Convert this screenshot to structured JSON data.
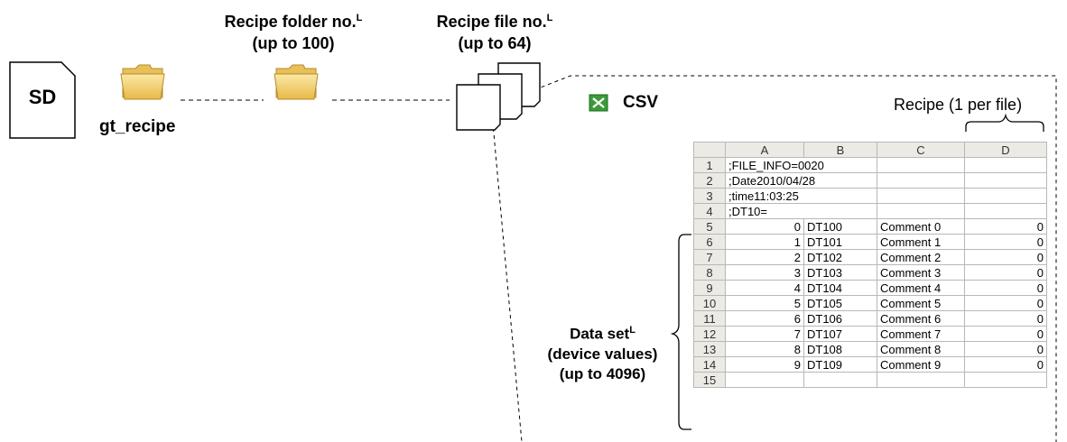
{
  "storage": {
    "label": "SD"
  },
  "root_folder": {
    "label": "gt_recipe"
  },
  "recipe_folder": {
    "label_line1": "Recipe folder no.",
    "sup": "L",
    "label_line2": "(up to 100)"
  },
  "recipe_file": {
    "label_line1": "Recipe file no.",
    "sup": "L",
    "label_line2": "(up to 64)"
  },
  "csv": {
    "label": "CSV",
    "icon": "excel-icon"
  },
  "recipe_note": {
    "label": "Recipe (1 per file)"
  },
  "data_set": {
    "line1": "Data set",
    "sup": "L",
    "line2": "(device values)",
    "line3": "(up to 4096)"
  },
  "sheet": {
    "columns": [
      "A",
      "B",
      "C",
      "D"
    ],
    "header_rows": [
      {
        "num": "1",
        "text": ";FILE_INFO=0020"
      },
      {
        "num": "2",
        "text": ";Date2010/04/28"
      },
      {
        "num": "3",
        "text": ";time11:03:25"
      },
      {
        "num": "4",
        "text": ";DT10="
      }
    ],
    "data_rows": [
      {
        "num": "5",
        "a": "0",
        "b": "DT100",
        "c": "Comment 0",
        "d": "0"
      },
      {
        "num": "6",
        "a": "1",
        "b": "DT101",
        "c": "Comment 1",
        "d": "0"
      },
      {
        "num": "7",
        "a": "2",
        "b": "DT102",
        "c": "Comment 2",
        "d": "0"
      },
      {
        "num": "8",
        "a": "3",
        "b": "DT103",
        "c": "Comment 3",
        "d": "0"
      },
      {
        "num": "9",
        "a": "4",
        "b": "DT104",
        "c": "Comment 4",
        "d": "0"
      },
      {
        "num": "10",
        "a": "5",
        "b": "DT105",
        "c": "Comment 5",
        "d": "0"
      },
      {
        "num": "11",
        "a": "6",
        "b": "DT106",
        "c": "Comment 6",
        "d": "0"
      },
      {
        "num": "12",
        "a": "7",
        "b": "DT107",
        "c": "Comment 7",
        "d": "0"
      },
      {
        "num": "13",
        "a": "8",
        "b": "DT108",
        "c": "Comment 8",
        "d": "0"
      },
      {
        "num": "14",
        "a": "9",
        "b": "DT109",
        "c": "Comment 9",
        "d": "0"
      }
    ],
    "last_row": "15"
  }
}
